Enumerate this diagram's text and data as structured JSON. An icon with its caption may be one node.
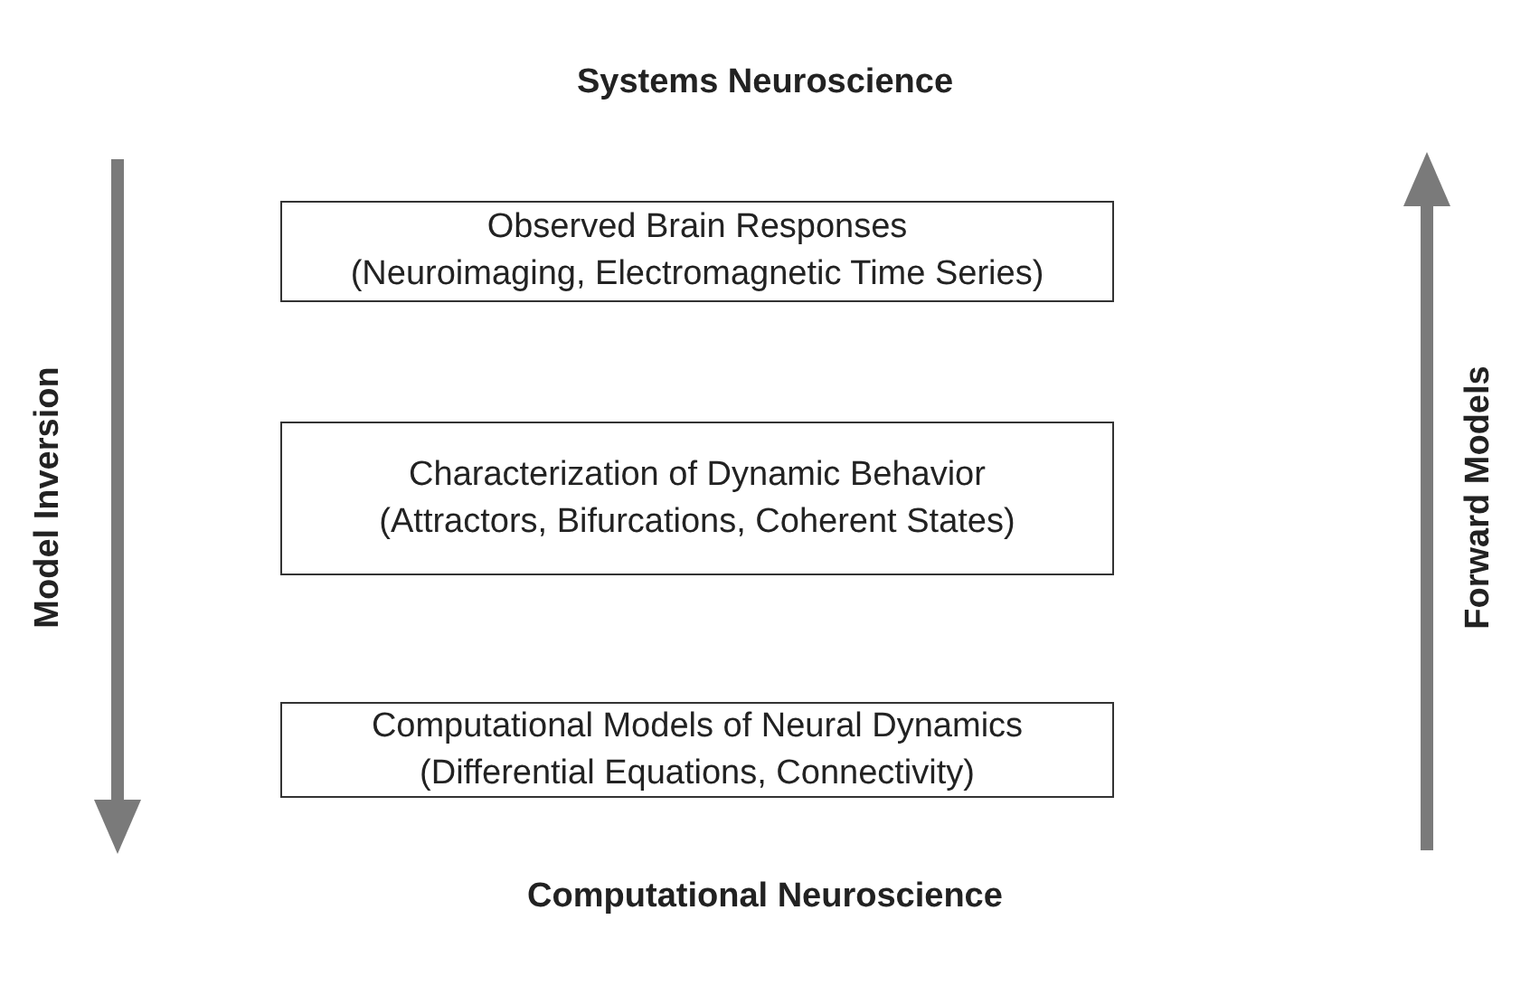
{
  "diagram": {
    "title": "Systems Neuroscience",
    "caption": "Computational Neuroscience",
    "nodes": [
      {
        "text": [
          "Observed Brain Responses",
          "(Neuroimaging, Electromagnetic Time Series)"
        ]
      },
      {
        "text": [
          "Characterization of Dynamic Behavior",
          "(Attractors, Bifurcations, Coherent States)"
        ]
      },
      {
        "text": [
          "Computational Models of Neural Dynamics",
          "(Differential Equations, Connectivity)"
        ]
      }
    ],
    "edges": [],
    "labels": [
      "Model Inversion",
      "Forward Models"
    ]
  }
}
